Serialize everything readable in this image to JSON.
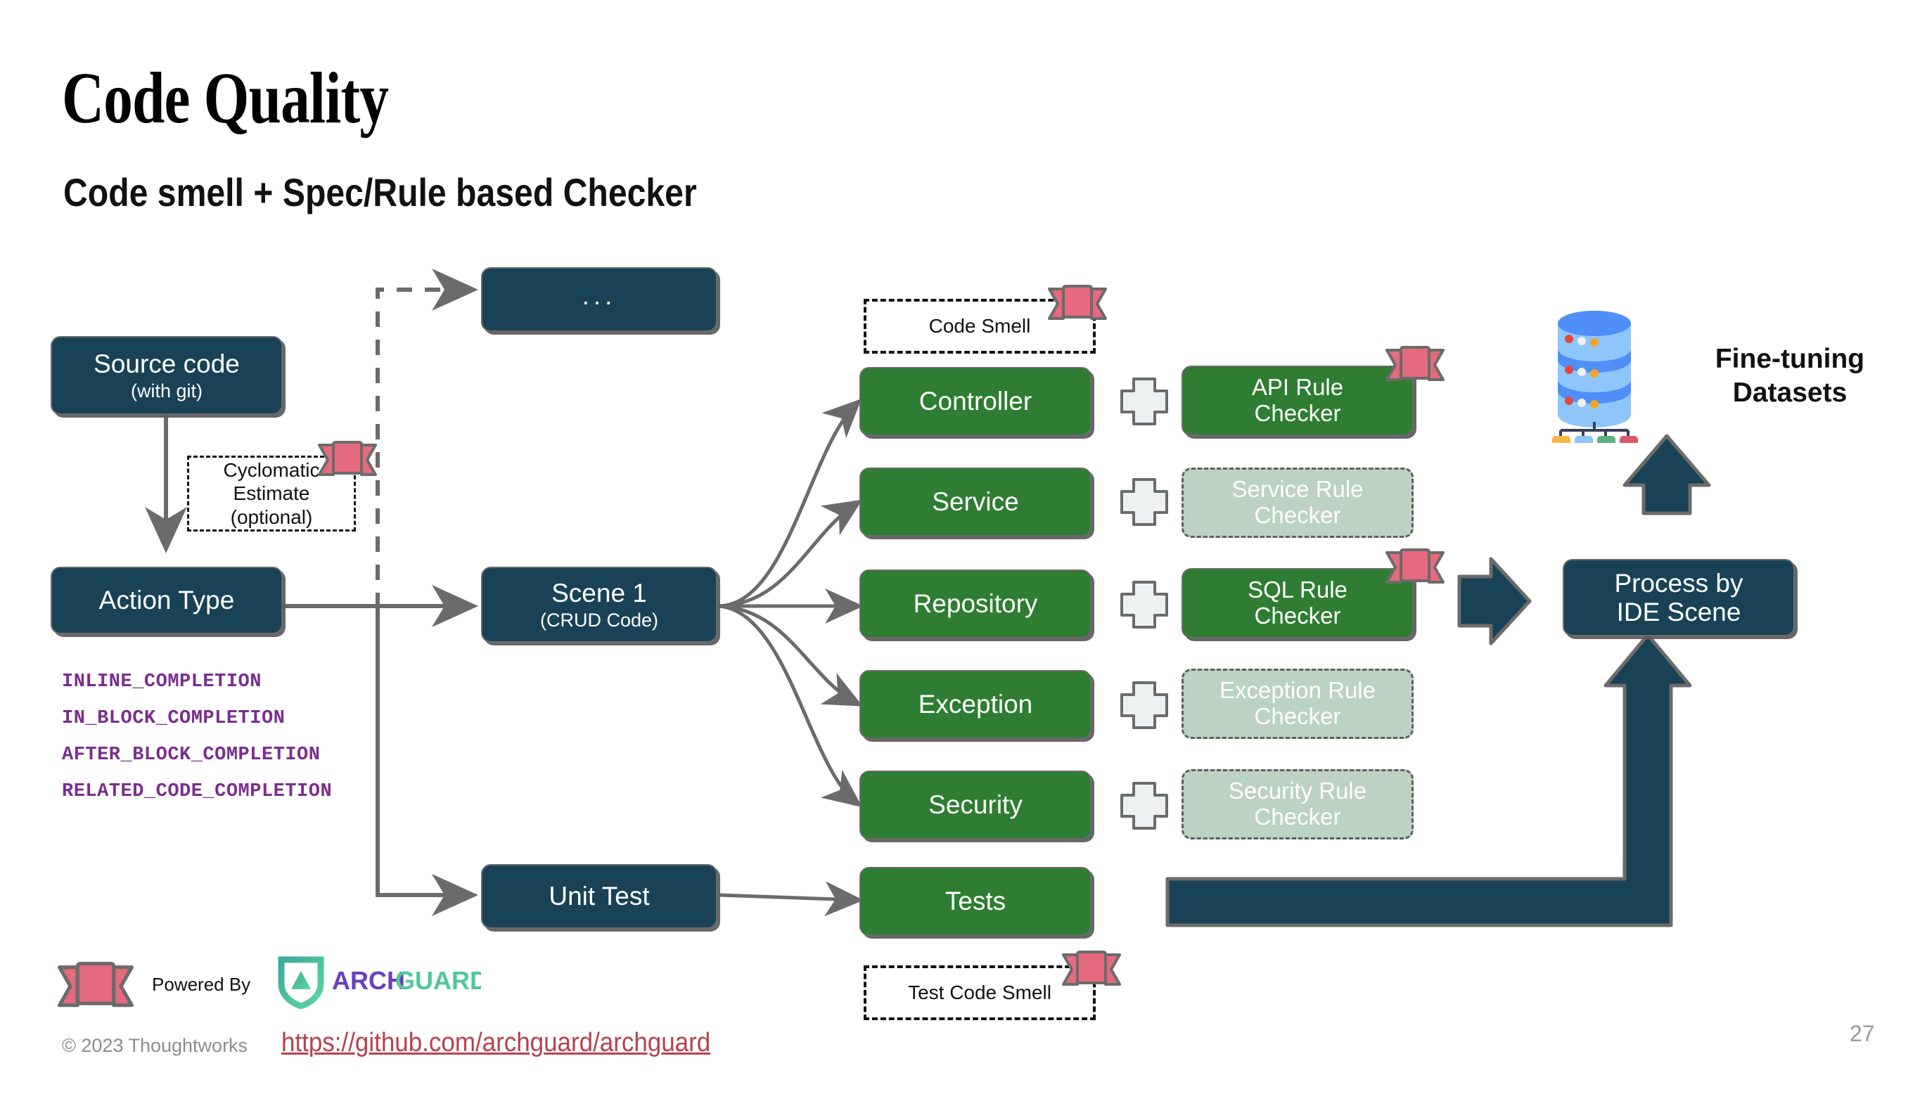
{
  "slide": {
    "title": "Code Quality",
    "subtitle": "Code smell + Spec/Rule based Checker",
    "page_number": "27"
  },
  "colors": {
    "navy": "#1a4256",
    "green": "#2e7d32",
    "green_disabled": "#bcd2c2",
    "ribbon_pink": "#e56a7d",
    "purple_code": "#7b2d8e",
    "link_red": "#b8414f",
    "outline_gray": "#6b6b6b"
  },
  "nodes": {
    "source_code": {
      "title": "Source code",
      "sub": "(with git)"
    },
    "action_type": {
      "title": "Action Type"
    },
    "ellipsis": {
      "title": "..."
    },
    "scene1": {
      "title": "Scene 1",
      "sub": "(CRUD Code)"
    },
    "unit_test": {
      "title": "Unit Test"
    },
    "process_ide": {
      "title": "Process by",
      "sub": "IDE Scene"
    }
  },
  "annotations": {
    "cyclomatic": "Cyclomatic\nEstimate\n(optional)",
    "cyclomatic_lines": [
      "Cyclomatic",
      "Estimate",
      "(optional)"
    ],
    "code_smell": "Code Smell",
    "test_code_smell": "Test Code Smell"
  },
  "completion_types": [
    "INLINE_COMPLETION",
    "IN_BLOCK_COMPLETION",
    "AFTER_BLOCK_COMPLETION",
    "RELATED_CODE_COMPLETION"
  ],
  "layers": [
    {
      "name": "Controller",
      "checker": "API Rule\nChecker",
      "checker_l1": "API Rule",
      "checker_l2": "Checker",
      "checker_enabled": true,
      "checker_ribbon": true
    },
    {
      "name": "Service",
      "checker": "Service Rule\nChecker",
      "checker_l1": "Service Rule",
      "checker_l2": "Checker",
      "checker_enabled": false,
      "checker_ribbon": false
    },
    {
      "name": "Repository",
      "checker": "SQL Rule\nChecker",
      "checker_l1": "SQL Rule",
      "checker_l2": "Checker",
      "checker_enabled": true,
      "checker_ribbon": true
    },
    {
      "name": "Exception",
      "checker": "Exception Rule\nChecker",
      "checker_l1": "Exception Rule",
      "checker_l2": "Checker",
      "checker_enabled": false,
      "checker_ribbon": false
    },
    {
      "name": "Security",
      "checker": "Security Rule\nChecker",
      "checker_l1": "Security Rule",
      "checker_l2": "Checker",
      "checker_enabled": false,
      "checker_ribbon": false
    }
  ],
  "tests": {
    "name": "Tests"
  },
  "datasets": {
    "label_line1": "Fine-tuning",
    "label_line2": "Datasets",
    "icon": "database-icon"
  },
  "footer": {
    "powered_by": "Powered By",
    "brand_arch": "ARCH",
    "brand_guard": "GUARD",
    "copyright": "© 2023 Thoughtworks",
    "repo_url": "https://github.com/archguard/archguard"
  }
}
